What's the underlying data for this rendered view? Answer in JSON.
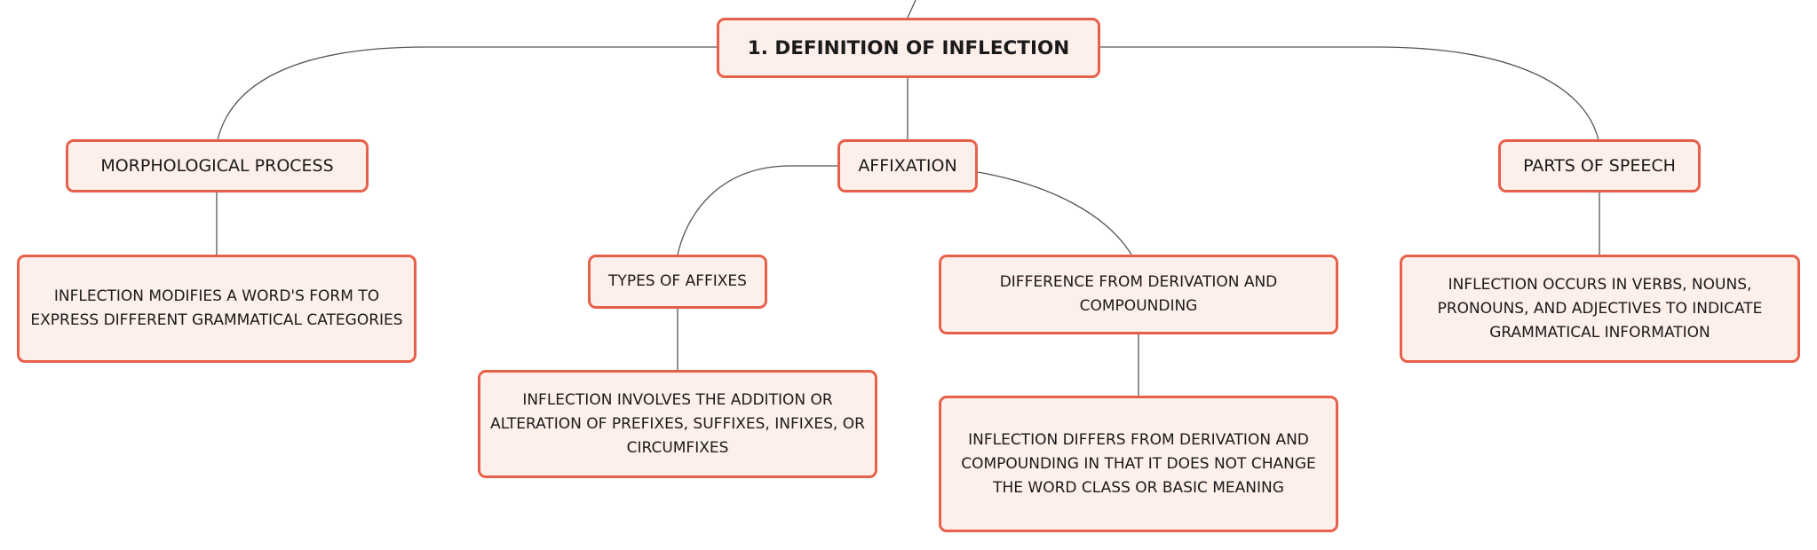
{
  "root_topic": {
    "title": "1. DEFINITION OF INFLECTION"
  },
  "branches": [
    {
      "label": "MORPHOLOGICAL PROCESS",
      "detail": "INFLECTION MODIFIES A WORD'S FORM TO EXPRESS DIFFERENT GRAMMATICAL CATEGORIES"
    },
    {
      "label": "AFFIXATION",
      "children": [
        {
          "label": "TYPES OF AFFIXES",
          "detail": "INFLECTION INVOLVES THE ADDITION OR ALTERATION OF PREFIXES, SUFFIXES, INFIXES, OR CIRCUMFIXES"
        },
        {
          "label": "DIFFERENCE FROM DERIVATION AND COMPOUNDING",
          "detail": "INFLECTION DIFFERS FROM DERIVATION AND COMPOUNDING IN THAT IT DOES NOT CHANGE THE WORD CLASS OR BASIC MEANING"
        }
      ]
    },
    {
      "label": "PARTS OF SPEECH",
      "detail": "INFLECTION OCCURS IN VERBS, NOUNS, PRONOUNS, AND ADJECTIVES TO INDICATE GRAMMATICAL INFORMATION"
    }
  ],
  "colors": {
    "node_border": "#e8604a",
    "node_fill": "#fdefea",
    "connector": "#555555",
    "text": "#1a1a1a"
  }
}
